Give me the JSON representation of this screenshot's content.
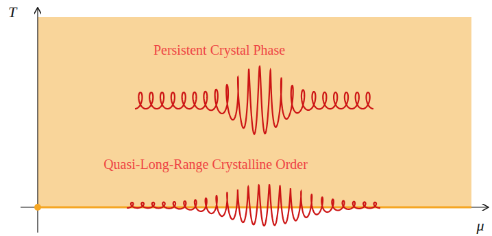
{
  "diagram": {
    "nodes": [
      {
        "text": [
          "Persistent Crystal Phase",
          "Quasi-Long-Range Crystalline Order"
        ]
      }
    ],
    "labels": [
      "T",
      "μ"
    ]
  }
}
